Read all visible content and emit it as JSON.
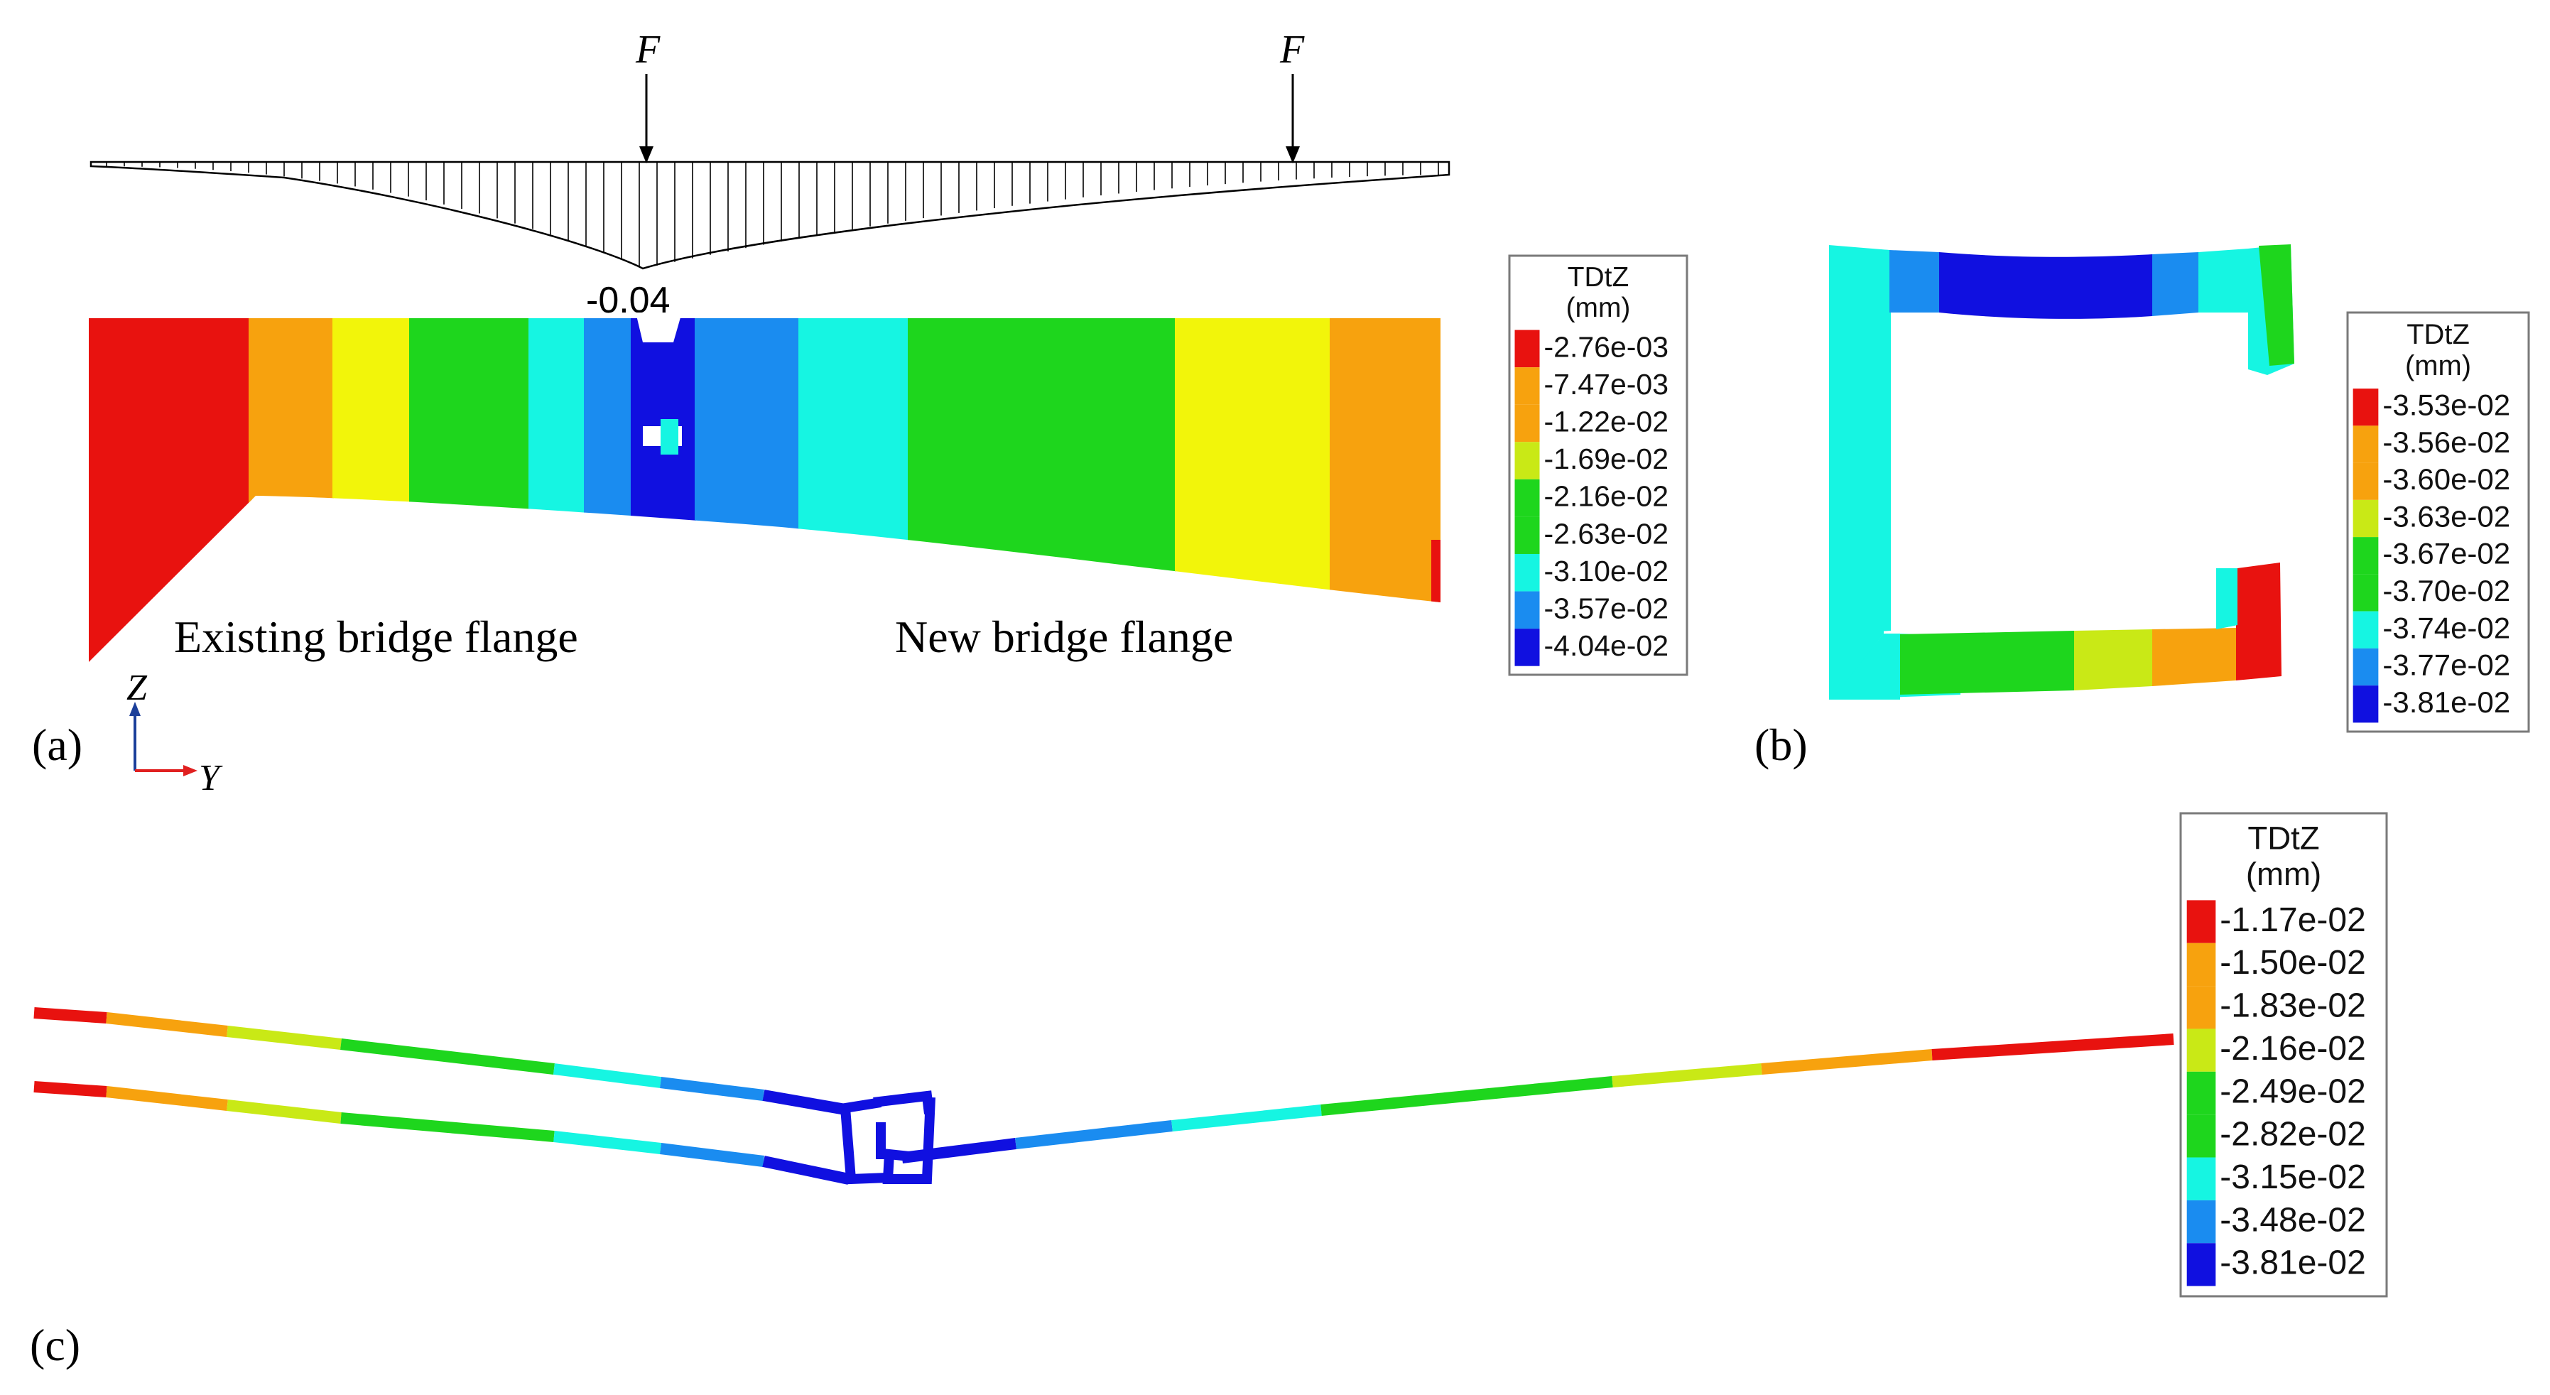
{
  "panel_labels": {
    "a": "(a)",
    "b": "(b)",
    "c": "(c)"
  },
  "panel_a": {
    "force_label": "F",
    "peak_value": "-0.04",
    "existing_label": "Existing bridge flange",
    "new_label": "New bridge flange",
    "axis_z": "Z",
    "axis_y": "Y"
  },
  "legend_a": {
    "title": "TDtZ",
    "unit": "(mm)",
    "entries": [
      {
        "label": "-2.76e-03",
        "color": "#e8120f"
      },
      {
        "label": "-7.47e-03",
        "color": "#f7a20e"
      },
      {
        "label": "-1.22e-02",
        "color": "#f7a20e"
      },
      {
        "label": "-1.69e-02",
        "color": "#c9e916"
      },
      {
        "label": "-2.16e-02",
        "color": "#1ed61d"
      },
      {
        "label": "-2.63e-02",
        "color": "#1ed61d"
      },
      {
        "label": "-3.10e-02",
        "color": "#16f5e2"
      },
      {
        "label": "-3.57e-02",
        "color": "#1a8cf0"
      },
      {
        "label": "-4.04e-02",
        "color": "#1010e0"
      }
    ]
  },
  "legend_b": {
    "title": "TDtZ",
    "unit": "(mm)",
    "entries": [
      {
        "label": "-3.53e-02",
        "color": "#e8120f"
      },
      {
        "label": "-3.56e-02",
        "color": "#f7a20e"
      },
      {
        "label": "-3.60e-02",
        "color": "#f7a20e"
      },
      {
        "label": "-3.63e-02",
        "color": "#c9e916"
      },
      {
        "label": "-3.67e-02",
        "color": "#1ed61d"
      },
      {
        "label": "-3.70e-02",
        "color": "#1ed61d"
      },
      {
        "label": "-3.74e-02",
        "color": "#16f5e2"
      },
      {
        "label": "-3.77e-02",
        "color": "#1a8cf0"
      },
      {
        "label": "-3.81e-02",
        "color": "#1010e0"
      }
    ]
  },
  "legend_c": {
    "title": "TDtZ",
    "unit": "(mm)",
    "entries": [
      {
        "label": "-1.17e-02",
        "color": "#e8120f"
      },
      {
        "label": "-1.50e-02",
        "color": "#f7a20e"
      },
      {
        "label": "-1.83e-02",
        "color": "#f7a20e"
      },
      {
        "label": "-2.16e-02",
        "color": "#c9e916"
      },
      {
        "label": "-2.49e-02",
        "color": "#1ed61d"
      },
      {
        "label": "-2.82e-02",
        "color": "#1ed61d"
      },
      {
        "label": "-3.15e-02",
        "color": "#16f5e2"
      },
      {
        "label": "-3.48e-02",
        "color": "#1a8cf0"
      },
      {
        "label": "-3.81e-02",
        "color": "#1010e0"
      }
    ]
  },
  "colors": {
    "red": "#e8120f",
    "orange": "#f7a20e",
    "yellow": "#f2f50a",
    "lime": "#c9e916",
    "green": "#1ed61d",
    "cyan": "#16f5e2",
    "lightblue": "#1a8cf0",
    "blue": "#1010e0",
    "axis_z": "#1b3f9a",
    "axis_y": "#e02020"
  }
}
